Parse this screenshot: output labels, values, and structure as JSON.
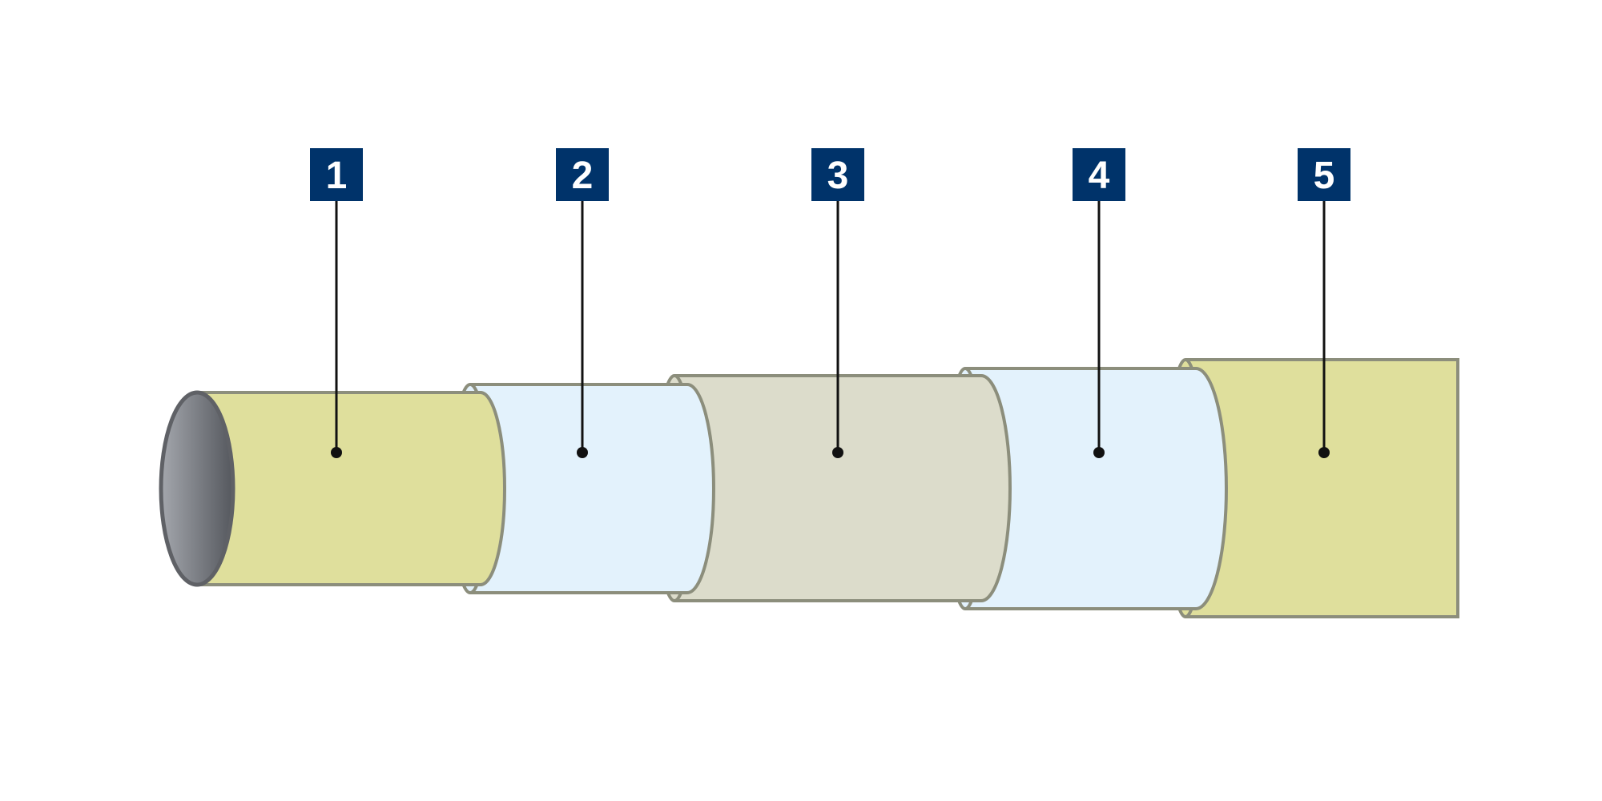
{
  "diagram": {
    "layers": [
      {
        "label": "1",
        "color": "#dfdf9c"
      },
      {
        "label": "2",
        "color": "#e3f2fc"
      },
      {
        "label": "3",
        "color": "#dcdccb"
      },
      {
        "label": "4",
        "color": "#e3f2fc"
      },
      {
        "label": "5",
        "color": "#dfdf9c"
      }
    ],
    "colors": {
      "label_box": "#00336a",
      "outline": "#8c8e7c",
      "leader": "#111111",
      "bore": "#7a7d83"
    }
  }
}
